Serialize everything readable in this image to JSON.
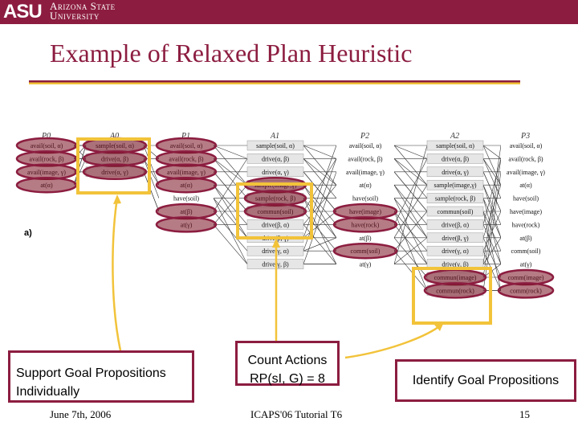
{
  "header": {
    "logo_mark": "ASU",
    "logo_line1": "Arizona State",
    "logo_line2": "University"
  },
  "title": "Example of Relaxed Plan Heuristic",
  "diagram": {
    "panel_label": "a)",
    "level_headers": [
      "P0",
      "A0",
      "P1",
      "A1",
      "P2",
      "A2",
      "P3"
    ],
    "columns": [
      {
        "name": "P0",
        "items": [
          "avail(soil, α)",
          "avail(rock, β)",
          "avail(image, γ)",
          "at(α)"
        ]
      },
      {
        "name": "A0",
        "items": [
          "sample(soil, α)",
          "drive(α, β)",
          "drive(α, γ)"
        ]
      },
      {
        "name": "P1",
        "items": [
          "avail(soil, α)",
          "avail(rock, β)",
          "avail(image, γ)",
          "at(α)",
          "have(soil)",
          "at(β)",
          "at(γ)"
        ]
      },
      {
        "name": "A1",
        "items": [
          "sample(soil, α)",
          "drive(α, β)",
          "drive(α, γ)",
          "sample(image,γ)",
          "sample(rock, β)",
          "commun(soil)",
          "drive(β, α)",
          "drive(β, γ)",
          "drive(γ, α)",
          "drive(γ, β)"
        ]
      },
      {
        "name": "P2",
        "items": [
          "avail(soil, α)",
          "avail(rock, β)",
          "avail(image, γ)",
          "at(α)",
          "have(soil)",
          "have(image)",
          "have(rock)",
          "at(β)",
          "comm(soil)",
          "at(γ)"
        ]
      },
      {
        "name": "A2",
        "items": [
          "sample(soil, α)",
          "drive(α, β)",
          "drive(α, γ)",
          "sample(image,γ)",
          "sample(rock, β)",
          "commun(soil)",
          "drive(β, α)",
          "drive(β, γ)",
          "drive(γ, α)",
          "drive(γ, β)",
          "commun(image)",
          "commun(rock)"
        ]
      },
      {
        "name": "P3",
        "items": [
          "avail(soil, α)",
          "avail(rock, β)",
          "avail(image, γ)",
          "at(α)",
          "have(soil)",
          "have(image)",
          "have(rock)",
          "at(β)",
          "comm(soil)",
          "at(γ)",
          "comm(image)",
          "comm(rock)"
        ]
      }
    ]
  },
  "callouts": {
    "support_line1": "Support Goal Propositions",
    "support_line2": "Individually",
    "count_line1": "Count Actions",
    "count_line2": "RP(sI, G) = 8",
    "identify": "Identify Goal Propositions"
  },
  "footer": {
    "date": "June 7th, 2006",
    "event": "ICAPS'06 Tutorial T6",
    "page": "15"
  },
  "colors": {
    "maroon": "#8c1d40",
    "gold": "#f2c33a",
    "highlight_fill": "#7a1020"
  }
}
